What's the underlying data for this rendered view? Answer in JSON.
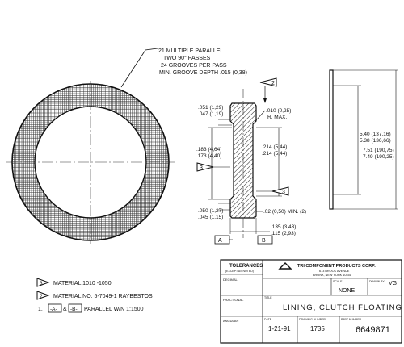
{
  "note": {
    "lines": [
      "21 MULTIPLE PARALLEL",
      "TWO 90° PASSES",
      "24 GROOVES PER PASS",
      "MIN. GROOVE DEPTH .015 (0,38)"
    ]
  },
  "dims": {
    "top_thk_a": ".051 (1,29)",
    "top_thk_b": ".047 (1,19)",
    "radius_a": ".010 (0,25)",
    "radius_b": "R. MAX.",
    "left_a": ".183 (4,64)",
    "left_b": ".173 (4,40)",
    "mid_a": ".214 (5,44)",
    "mid_b": ".214 (5,44)",
    "bot_a": ".050 (1,27)",
    "bot_b": ".045 (1,15)",
    "grv": ".02 (0,50) MIN. (2)",
    "w_a": ".135 (3,43)",
    "w_b": ".115 (2,93)",
    "id_a": "5.40 (137,16)",
    "id_b": "5.38 (136,66)",
    "od_a": "7.51 (190,75)",
    "od_b": "7.49 (190,25)"
  },
  "datums": {
    "a": "A",
    "b": "B"
  },
  "flags": {
    "f2": "2",
    "f3": "3"
  },
  "notes": {
    "n3": "MATERIAL 1010 -1050",
    "n2": "MATERIAL NO. 5-7049-1 RAYBESTOS",
    "n1_num": "1.",
    "n1_text": "PARALLEL W/N 1:1500",
    "n1_a": "-A-",
    "n1_b": "-B-"
  },
  "title_block": {
    "tolerances": "TOLERANCES",
    "tol_sub": "(EXCEPT AS NOTED)",
    "decimal": "DECIMAL",
    "fractional": "FRACTIONAL",
    "angular": "ANGULAR",
    "company": "TRI COMPONENT PRODUCTS CORP.",
    "address1": "673 BROOK AVENUE",
    "address2": "BRONX, NEW YORK 10451",
    "scale_label": "SCALE",
    "scale_value": "NONE",
    "drawn_label": "DRAWN BY",
    "drawn_value": "VG",
    "title_label": "TITLE",
    "title_value": "LINING, CLUTCH FLOATING",
    "date_label": "DATE",
    "date_value": "1-21-91",
    "dwg_label": "DRAWING NUMBER",
    "dwg_value": "1735",
    "part_label": "PART NUMBER",
    "part_value": "6649871"
  }
}
